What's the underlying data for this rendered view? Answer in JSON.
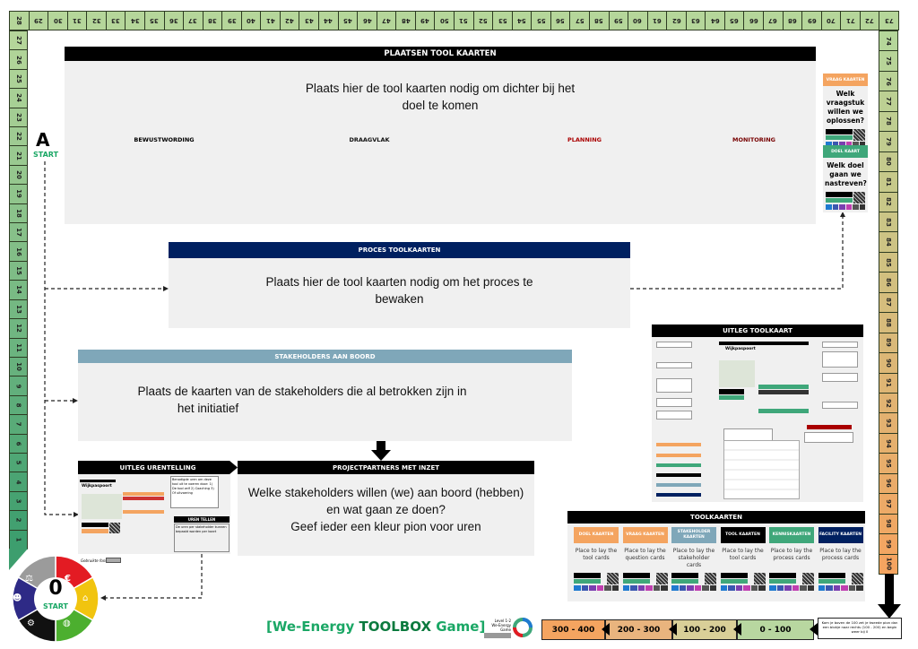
{
  "track": {
    "top_start": 28,
    "top_end": 73,
    "left_start": 27,
    "left_end": 1,
    "right_start": 74,
    "right_end": 100
  },
  "start": {
    "letter": "A",
    "label": "START"
  },
  "plaatsen": {
    "title": "PLAATSEN TOOL KAARTEN",
    "text_line1": "Plaats hier de tool kaarten nodig om dichter bij het",
    "text_line2": "doel te komen"
  },
  "phases": [
    {
      "label": "BEWUSTWORDING",
      "color": "#8aa84a"
    },
    {
      "label": "DRAAGVLAK",
      "color": "#0aad4e"
    },
    {
      "label": "PLANNING",
      "color": "#ff0000"
    },
    {
      "label": "MONITORING",
      "color": "#c00000"
    }
  ],
  "side_cards": [
    {
      "type": "VRAAG KAARTEN",
      "question": "Welk vraagstuk willen we oplossen?",
      "color": "#f4a460"
    },
    {
      "type": "DOEL KAART",
      "question": "Welk doel gaan we nastreven?",
      "color": "#3fa77a"
    }
  ],
  "proces": {
    "title": "PROCES TOOLKAARTEN",
    "text_line1": "Plaats hier de tool kaarten nodig om het proces te",
    "text_line2": "bewaken"
  },
  "stakeholders": {
    "title": "STAKEHOLDERS AAN BOORD",
    "text_line1": "Plaats de kaarten van de stakeholders die al betrokken zijn in",
    "text_line2": "het initiatief"
  },
  "urentelling": {
    "title": "UITLEG URENTELLING",
    "card_title": "Wijkpaspoort",
    "list": "Benodigde uren om deze tool uit te voeren door: 1) De tool zelf 2) Coaching 3) Of uitvoering",
    "uren_title": "UREN TELLEN",
    "uren_text": "De uren per stakeholder kunnen bepaald worden per kaart",
    "fonts": "Gebruikte fonts"
  },
  "projectpartners": {
    "title": "PROJECTPARTNERS MET INZET",
    "line1": "Welke stakeholders willen (we) aan boord (hebben)",
    "line2": "en wat gaan ze doen?",
    "line3": "Geef ieder een kleur pion voor uren"
  },
  "uitleg_toolkaart": {
    "title": "UITLEG TOOLKAART",
    "card_title": "Wijkpaspoort"
  },
  "toolkaarten": {
    "title": "TOOLKAARTEN",
    "columns": [
      {
        "label": "DOEL KAARTEN",
        "desc": "Place to lay the tool cards",
        "color": "#f4a460"
      },
      {
        "label": "VRAAG KAARTEN",
        "desc": "Place to lay the question cards",
        "color": "#f4a460"
      },
      {
        "label": "STAKEHOLDER KAARTEN",
        "desc": "Place to lay the stakeholder cards",
        "color": "#7fa7b9"
      },
      {
        "label": "TOOL KAARTEN",
        "desc": "Place to lay the tool cards",
        "color": "#000000"
      },
      {
        "label": "KENNISKAARTEN",
        "desc": "Place to lay the process cards",
        "color": "#3fa77a"
      },
      {
        "label": "FACILITY KAARTEN",
        "desc": "Place to lay the process cards",
        "color": "#002060"
      }
    ]
  },
  "score": [
    {
      "label": "300 - 400",
      "color": "#f4a460"
    },
    {
      "label": "200 - 300",
      "color": "#e9b47e"
    },
    {
      "label": "100 - 200",
      "color": "#d9cf98"
    },
    {
      "label": "0 - 100",
      "color": "#b8d7a0"
    }
  ],
  "score_note": "Kom je boven de 100 zet je tweede pion dan een blokje naar rechts (100 - 200) en begin weer bij 0",
  "logo": {
    "number": "0",
    "label": "START"
  },
  "game_title": {
    "open": "[We-Energy ",
    "bold": "TOOLBOX",
    "close": " Game]"
  },
  "level": {
    "line1": "Level 1-2",
    "line2": "We-Energy Game"
  }
}
